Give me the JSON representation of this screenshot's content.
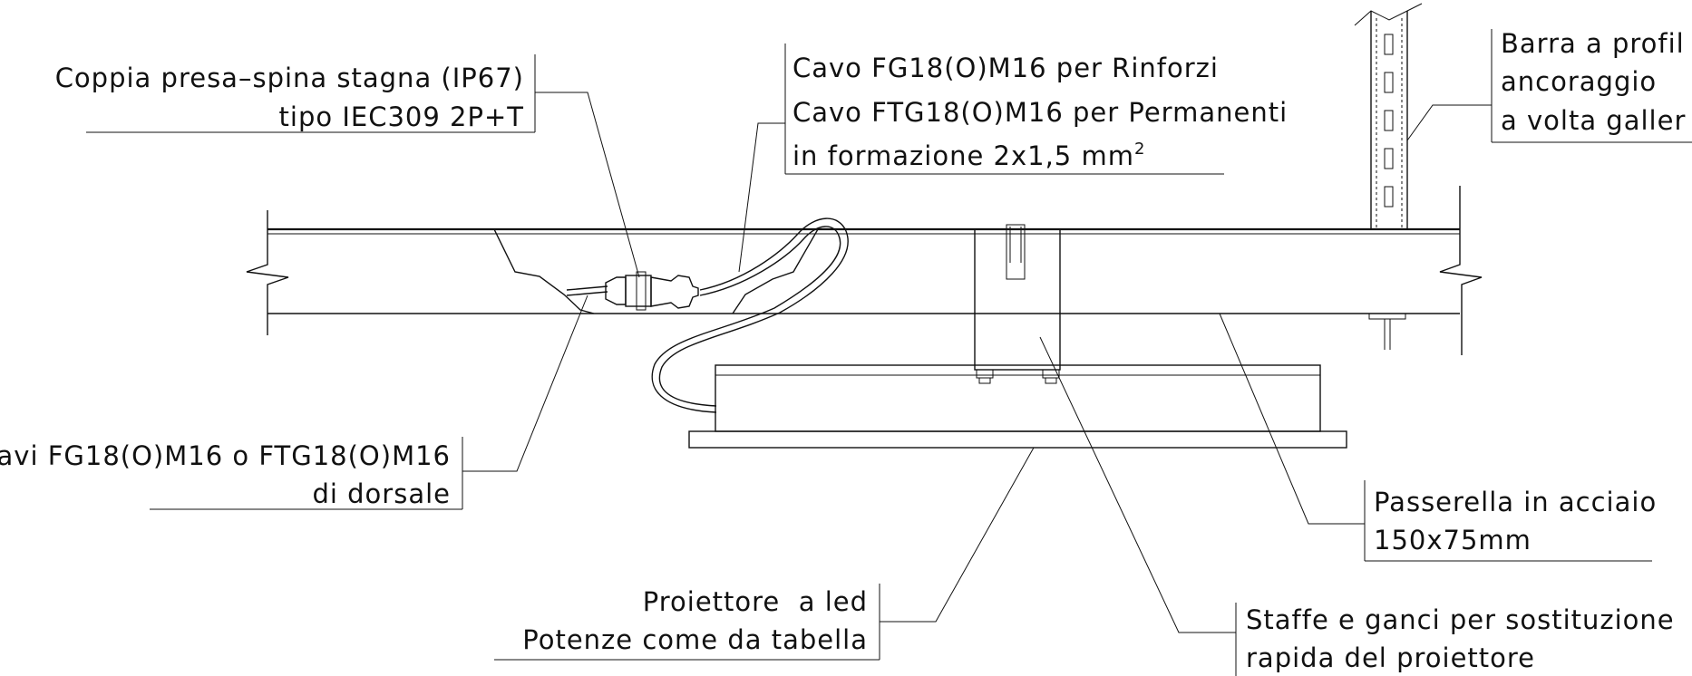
{
  "labels": {
    "coppia_line1": "Coppia presa–spina stagna (IP67)",
    "coppia_line2": "tipo IEC309 2P+T",
    "cavo_line1": "Cavo FG18(O)M16 per Rinforzi",
    "cavo_line2": "Cavo FTG18(O)M16 per Permanenti",
    "cavo_line3": "in formazione 2x1,5 mm",
    "cavo_line3_sup": "2",
    "barra_line1": "Barra a profil",
    "barra_line2": "ancoraggio",
    "barra_line3": "a volta galler",
    "dorsale_line1": "avi FG18(O)M16 o FTG18(O)M16",
    "dorsale_line2": "di dorsale",
    "passerella_line1": "Passerella in acciaio",
    "passerella_line2": "150x75mm",
    "proiettore_line1": "Proiettore  a led",
    "proiettore_line2": "Potenze come da tabella",
    "staffe_line1": "Staffe e ganci per sostituzione",
    "staffe_line2": "rapida del proiettore"
  }
}
